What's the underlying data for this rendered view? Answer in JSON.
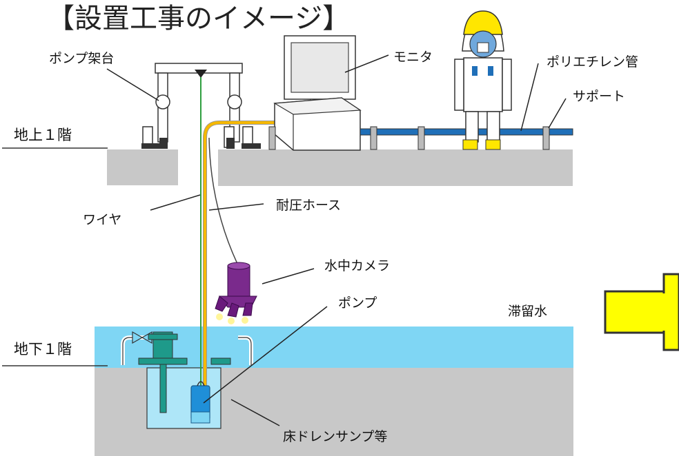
{
  "title": "【設置工事のイメージ】",
  "labels": {
    "pump_frame": "ポンプ架台",
    "monitor": "モニタ",
    "poly_pipe": "ポリエチレン管",
    "support": "サポート",
    "floor_1f": "地上１階",
    "wire": "ワイヤ",
    "hose": "耐圧ホース",
    "underwater_camera": "水中カメラ",
    "pump": "ポンプ",
    "stagnant_water": "滞留水",
    "floor_b1": "地下１階",
    "sump": "床ドレンサンプ等"
  },
  "colors": {
    "concrete": "#c8c8c8",
    "water": "#7fd6f4",
    "pipe_blue": "#1f6fb8",
    "hose_orange": "#f5b800",
    "wire_green": "#2e9e3e",
    "camera_purple": "#7a2a8c",
    "valve_teal": "#1e9a8a",
    "arrow_yellow": "#ffff00",
    "helmet_yellow": "#ffe600"
  }
}
